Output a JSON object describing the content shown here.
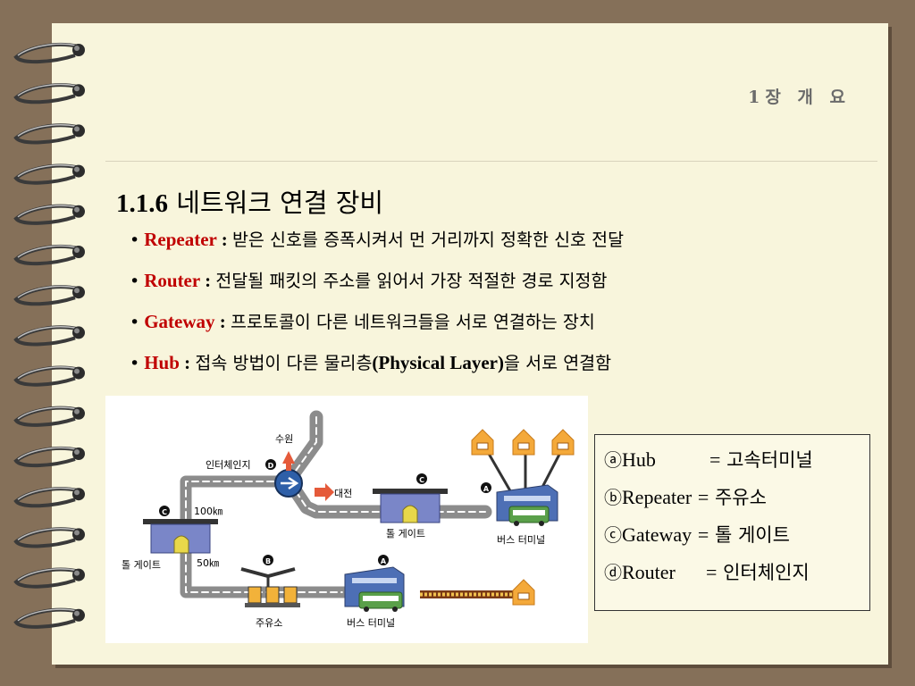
{
  "header": {
    "chapter": "1장 개 요"
  },
  "section": {
    "number": "1.1.6",
    "title": "네트워크 연결 장비"
  },
  "bullets": [
    {
      "term": "Repeater",
      "desc": "받은 신호를 증폭시켜서 먼 거리까지 정확한 신호 전달"
    },
    {
      "term": "Router",
      "desc": "전달될 패킷의 주소를 읽어서 가장 적절한 경로 지정함"
    },
    {
      "term": "Gateway",
      "desc": "프로토콜이 다른 네트워크들을 서로 연결하는 장치"
    },
    {
      "term": "Hub",
      "desc_pre": "접속 방법이 다른 물리층",
      "desc_en": "(Physical Layer)",
      "desc_post": "을 서로 연결함"
    }
  ],
  "diagram": {
    "labels": {
      "suwon": "수원",
      "interchange": "인터체인지",
      "daejeon": "대전",
      "toll_gate_right": "톨 게이트",
      "toll_gate_left": "톨 게이트",
      "bus_terminal_right": "버스 터미널",
      "bus_terminal_bottom": "버스 터미널",
      "gas_station": "주유소",
      "dist_100": "100㎞",
      "dist_50": "50㎞",
      "marker_a": "A",
      "marker_b": "B",
      "marker_c": "C",
      "marker_d": "D"
    }
  },
  "legend": [
    {
      "mark": "ⓐ",
      "term": "Hub",
      "eq": "=",
      "value": "고속터미널"
    },
    {
      "mark": "ⓑ",
      "term": "Repeater",
      "eq": "=",
      "value": "주유소"
    },
    {
      "mark": "ⓒ",
      "term": "Gateway",
      "eq": "=",
      "value": "톨 게이트"
    },
    {
      "mark": "ⓓ",
      "term": "Router",
      "eq": "=",
      "value": "인터체인지"
    }
  ]
}
